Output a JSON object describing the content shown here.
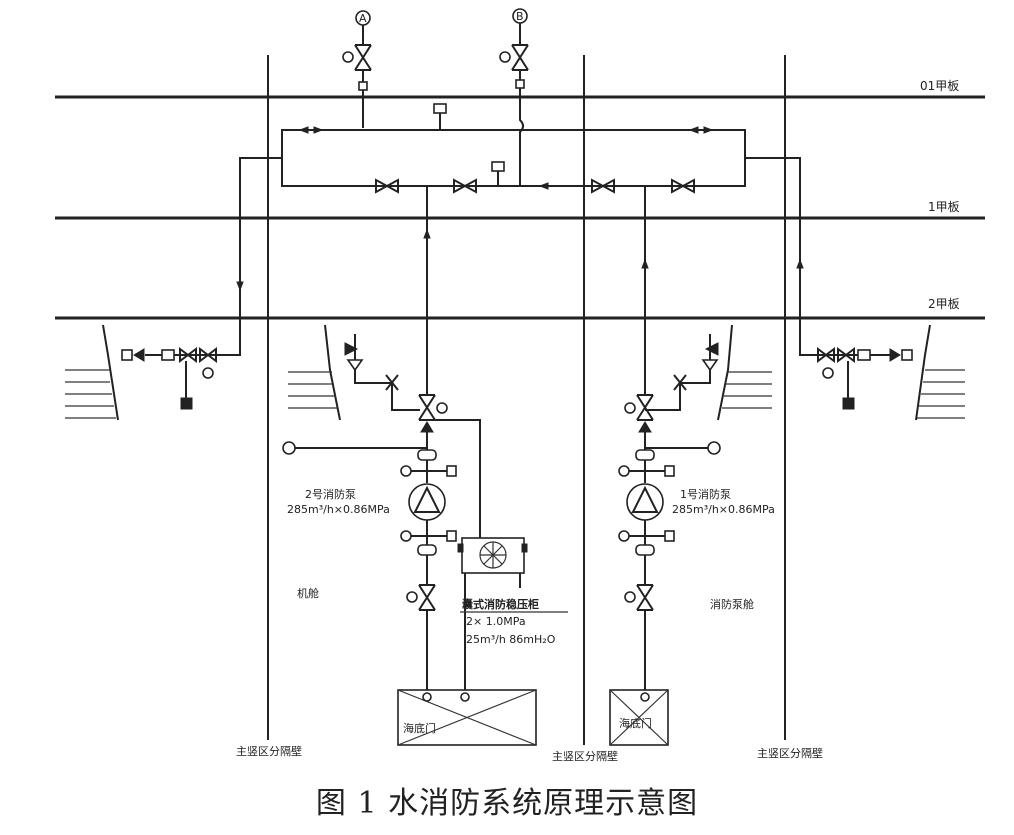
{
  "decks": {
    "d01": "01甲板",
    "d1": "1甲板",
    "d2": "2甲板"
  },
  "rooms": {
    "engine": "机舱",
    "fire_pump_room": "消防泵舱"
  },
  "bulkheads": {
    "left": "主竖区分隔壁",
    "middle": "主竖区分隔壁",
    "right": "主竖区分隔壁"
  },
  "pumps": {
    "pump2": {
      "name": "2号消防泵",
      "spec": "285m³/h×0.86MPa"
    },
    "pump1": {
      "name": "1号消防泵",
      "spec": "285m³/h×0.86MPa"
    }
  },
  "emergency_pump": {
    "name": "囊式消防稳压柜",
    "spec1": "2× 1.0MPa",
    "spec2": "25m³/h 86mH₂O"
  },
  "sea_chests": {
    "left": "海底门",
    "right": "海底门"
  },
  "instruments": {
    "a": "A",
    "b": "B"
  },
  "caption": "图 1   水消防系统原理示意图"
}
